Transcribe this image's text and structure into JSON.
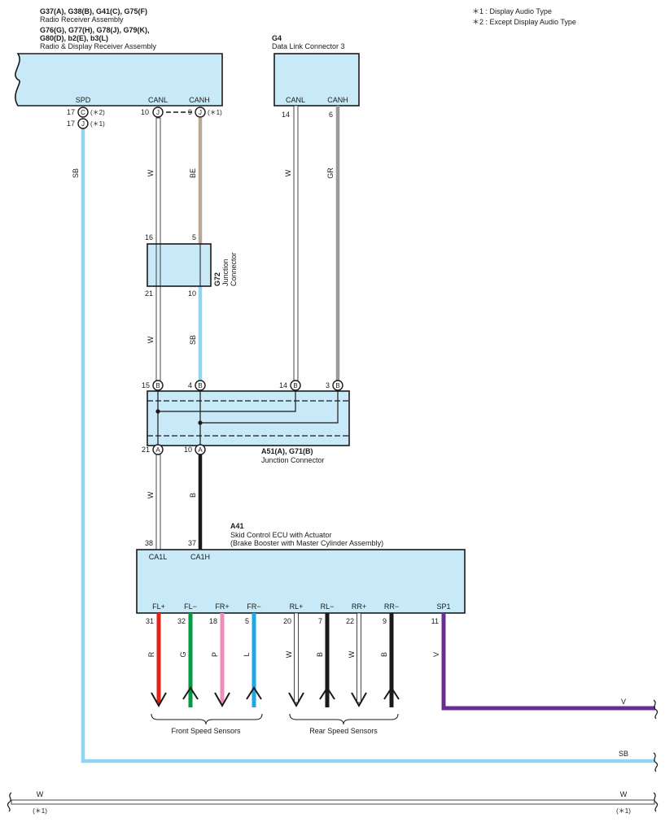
{
  "legend": {
    "note1": "＊1 : Display Audio Type",
    "note2": "＊2 : Except Display Audio Type"
  },
  "radio": {
    "ids_line1": "G37(A), G38(B), G41(C), G75(F)",
    "name1": "Radio Receiver Assembly",
    "ids_line2": "G76(G), G77(H), G78(J), G79(K),",
    "ids_line3": "G80(D), b2(E), b3(L)",
    "name2": "Radio & Display Receiver Assembly",
    "term_spd": "SPD",
    "term_canl": "CANL",
    "term_canh": "CANH",
    "spd_pin_a": "17",
    "spd_conn_a": "C",
    "spd_note_a": "(＊2)",
    "spd_pin_b": "17",
    "spd_conn_b": "J",
    "spd_note_b": "(＊1)",
    "canl_pin": "10",
    "canl_conn": "J",
    "canh_pin": "9",
    "canh_conn": "J",
    "canh_note": "(＊1)"
  },
  "dlc": {
    "id": "G4",
    "name": "Data Link Connector 3",
    "term_canl": "CANL",
    "term_canh": "CANH",
    "canl_pin": "14",
    "canh_pin": "6"
  },
  "g72": {
    "id": "G72",
    "name1": "Junction",
    "name2": "Connector",
    "pin_top_left": "16",
    "pin_top_right": "5",
    "pin_bot_left": "21",
    "pin_bot_right": "10"
  },
  "jc": {
    "ids": "A51(A), G71(B)",
    "name": "Junction Connector",
    "top_pins": [
      {
        "pin": "15",
        "conn": "B"
      },
      {
        "pin": "4",
        "conn": "B"
      },
      {
        "pin": "14",
        "conn": "B"
      },
      {
        "pin": "3",
        "conn": "B"
      }
    ],
    "bottom_pins": [
      {
        "pin": "21",
        "conn": "A"
      },
      {
        "pin": "10",
        "conn": "A"
      }
    ]
  },
  "ecu": {
    "id": "A41",
    "name1": "Skid Control ECU with Actuator",
    "name2": "(Brake Booster with Master Cylinder Assembly)",
    "pin_ca1l": "38",
    "pin_ca1h": "37",
    "term_ca1l": "CA1L",
    "term_ca1h": "CA1H",
    "bottom_terms": [
      {
        "term": "FL+",
        "pin": "31",
        "wire": "R"
      },
      {
        "term": "FL−",
        "pin": "32",
        "wire": "G"
      },
      {
        "term": "FR+",
        "pin": "18",
        "wire": "P"
      },
      {
        "term": "FR−",
        "pin": "5",
        "wire": "L"
      },
      {
        "term": "RL+",
        "pin": "20",
        "wire": "W"
      },
      {
        "term": "RL−",
        "pin": "7",
        "wire": "B"
      },
      {
        "term": "RR+",
        "pin": "22",
        "wire": "W"
      },
      {
        "term": "RR−",
        "pin": "9",
        "wire": "B"
      },
      {
        "term": "SP1",
        "pin": "11",
        "wire": "V"
      }
    ]
  },
  "wires": {
    "sb_main": "SB",
    "w_canl_top": "W",
    "be_canh_top": "BE",
    "w_dlc": "W",
    "gr_dlc": "GR",
    "w_mid": "W",
    "sb_mid": "SB",
    "w_low": "W",
    "b_low": "B",
    "v_right": "V",
    "sb_right": "SB",
    "w_bottom_left": "W",
    "w_bottom_right": "W",
    "bottom_note_left": "(＊1)",
    "bottom_note_right": "(＊1)"
  },
  "groups": {
    "front": "Front Speed Sensors",
    "rear": "Rear Speed Sensors"
  },
  "colors": {
    "component_fill": "#c8e9f7",
    "SB": "#8fd3f5",
    "BE": "#b8a896",
    "GR": "#9a9a9a",
    "B": "#1a1a1a",
    "R": "#e2231a",
    "G": "#009a44",
    "P": "#f08cba",
    "L": "#1ea9e6",
    "V": "#6a2d91",
    "W": "#ffffff"
  }
}
